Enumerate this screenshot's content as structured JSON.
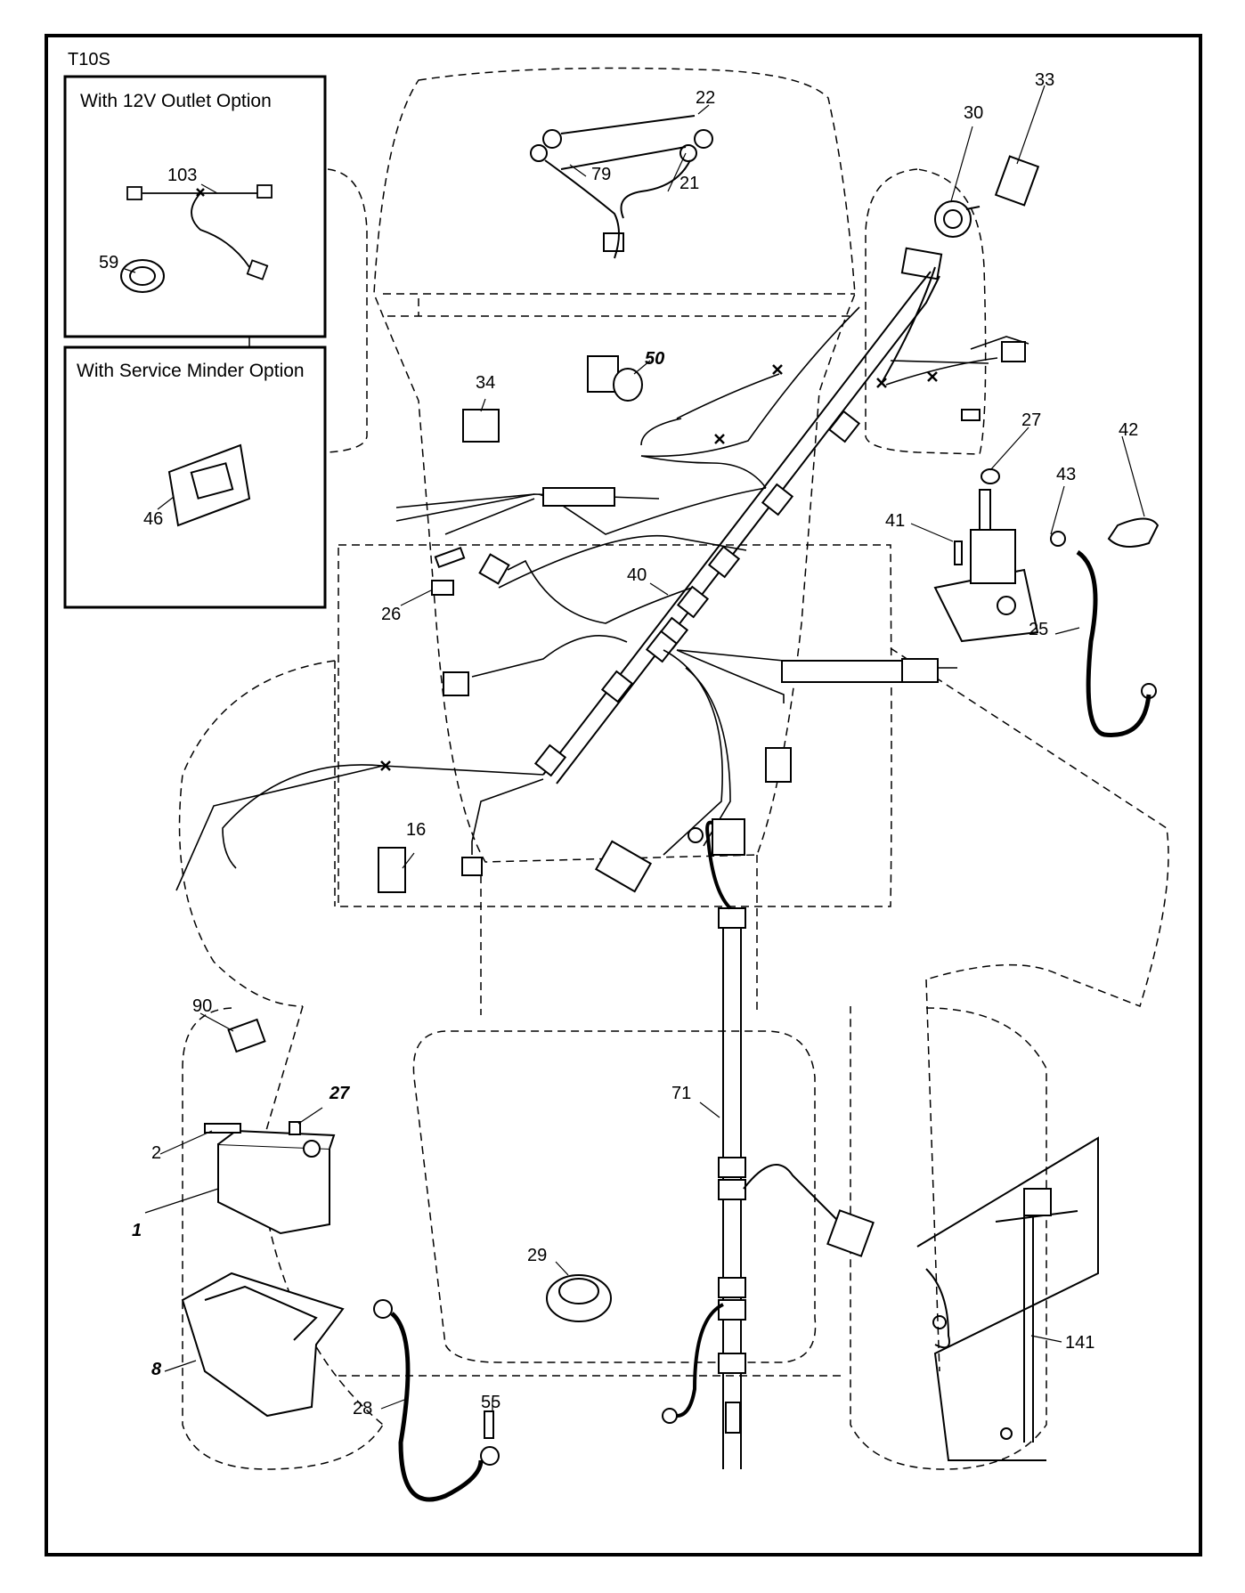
{
  "diagram_code": "T10S",
  "insets": [
    {
      "title": "With 12V Outlet Option"
    },
    {
      "title": "With Service Minder Option"
    }
  ],
  "labels": {
    "p1": "1",
    "p2": "2",
    "p8": "8",
    "p16": "16",
    "p21": "21",
    "p22": "22",
    "p25": "25",
    "p26": "26",
    "p27a": "27",
    "p27b": "27",
    "p28": "28",
    "p29": "29",
    "p30": "30",
    "p33": "33",
    "p34": "34",
    "p40": "40",
    "p41": "41",
    "p42": "42",
    "p43": "43",
    "p46": "46",
    "p50": "50",
    "p55": "55",
    "p59": "59",
    "p71": "71",
    "p79": "79",
    "p90": "90",
    "p103": "103",
    "p141": "141"
  }
}
